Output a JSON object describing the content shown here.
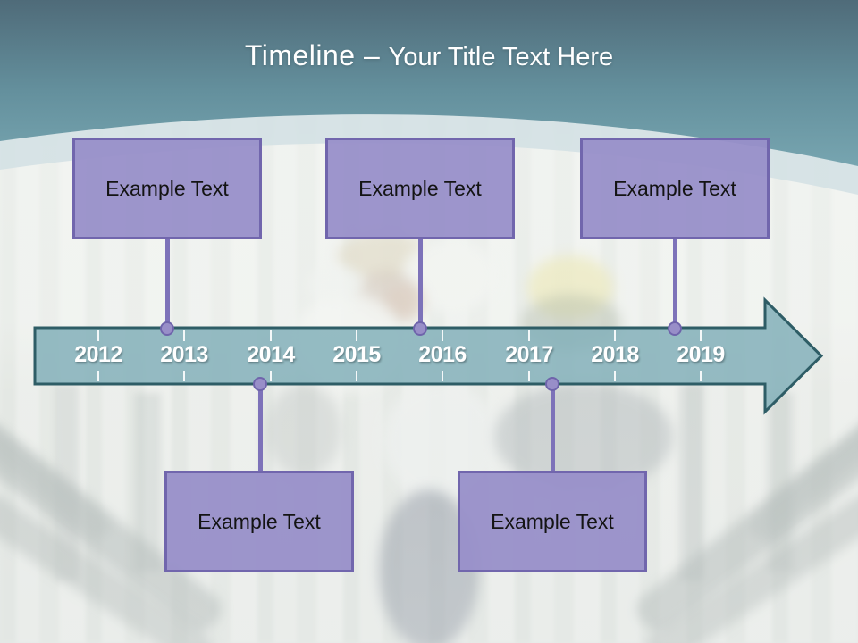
{
  "title": {
    "emphasis": "Timeline – ",
    "text": "Your Title Text Here"
  },
  "timeline": {
    "type": "timeline",
    "years": [
      "2012",
      "2013",
      "2014",
      "2015",
      "2016",
      "2017",
      "2018",
      "2019"
    ]
  },
  "events": [
    {
      "label": "Example Text",
      "placement": "top"
    },
    {
      "label": "Example Text",
      "placement": "top"
    },
    {
      "label": "Example Text",
      "placement": "top"
    },
    {
      "label": "Example Text",
      "placement": "bottom"
    },
    {
      "label": "Example Text",
      "placement": "bottom"
    }
  ],
  "colors": {
    "header_teal_top": "#54707d",
    "header_teal_bottom": "#74a3ae",
    "arrow_fill": "#8ab4be",
    "arrow_border": "#2e5d66",
    "box_fill": "#988fc9",
    "box_border": "#7166ad",
    "connector": "#7d72b9",
    "year_text": "#ffffff",
    "title_text": "#ffffff"
  }
}
